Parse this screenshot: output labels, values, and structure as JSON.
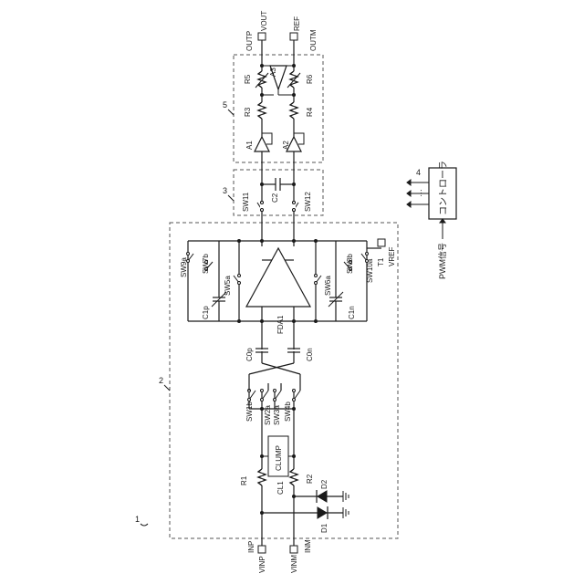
{
  "labels": {
    "fig_ref": "1",
    "block2": "2",
    "block3": "3",
    "block5": "5",
    "ctrl_num": "4",
    "vinp": "VINP",
    "inp": "INP",
    "vinm": "VINM",
    "inm": "INM",
    "r1": "R1",
    "r2": "R2",
    "d1": "D1",
    "d2": "D2",
    "cl1": "CL1",
    "clump": "CLUMP",
    "sw1b": "SW1b",
    "sw2a": "SW2a",
    "sw3a": "SW3a",
    "sw4b": "SW4b",
    "c0p": "C0p",
    "c0n": "C0n",
    "fda1": "FDA1",
    "c1p": "C1p",
    "c1n": "C1n",
    "sw5a": "SW5a",
    "sw6a": "SW6a",
    "sw7b": "SW7b",
    "sw8b": "SW8b",
    "sw9a": "SW9a",
    "sw10a": "SW10a",
    "vref": "VREF",
    "t1": "T1",
    "sw11": "SW11",
    "sw12": "SW12",
    "c2": "C2",
    "a1": "A1",
    "a2": "A2",
    "a3": "A3",
    "r3": "R3",
    "r4": "R4",
    "r5": "R5",
    "r6": "R6",
    "outp": "OUTP",
    "vout": "VOUT",
    "ref": "REF",
    "outm": "OUTM",
    "pwm": "PWM信号",
    "controller": "コントローラ",
    "dots": "…"
  }
}
